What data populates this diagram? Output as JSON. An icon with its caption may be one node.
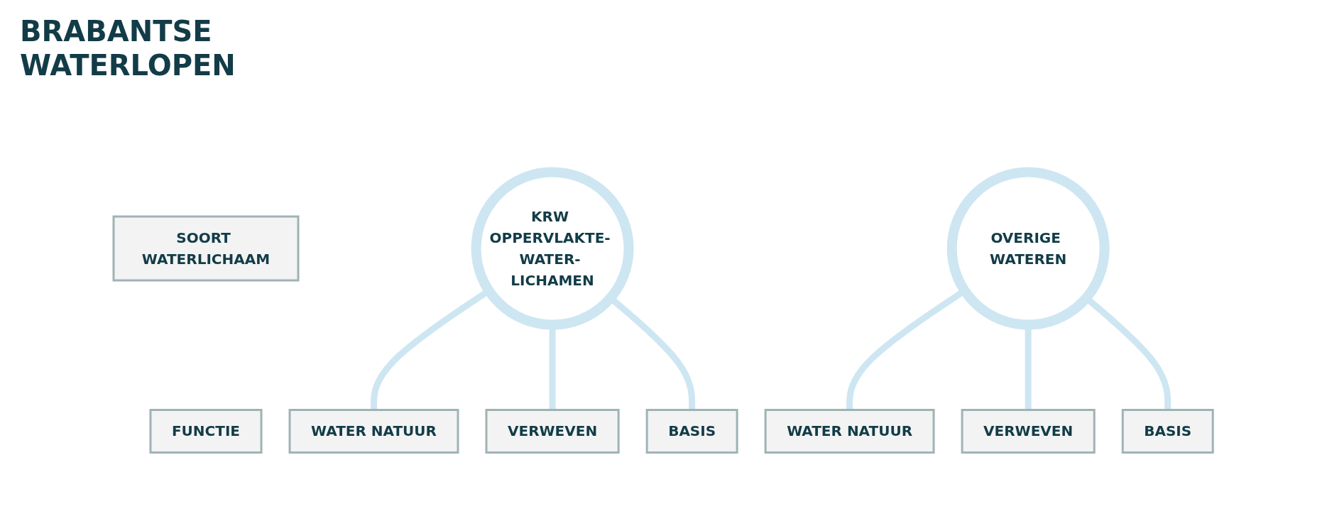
{
  "diagram": {
    "title": "BRABANTSE WATERLOPEN",
    "nodes": [
      {
        "text": [
          "SOORT WATERLICHAAM"
        ]
      },
      {
        "text": [
          "KRW OPPERVLAKTE- WATER- LICHAMEN"
        ]
      },
      {
        "text": [
          "OVERIGE WATEREN"
        ]
      },
      {
        "text": [
          "FUNCTIE"
        ]
      },
      {
        "text": [
          "WATER NATUUR"
        ]
      },
      {
        "text": [
          "VERWEVEN"
        ]
      },
      {
        "text": [
          "BASIS"
        ]
      },
      {
        "text": [
          "WATER NATUUR"
        ]
      },
      {
        "text": [
          "VERWEVEN"
        ]
      },
      {
        "text": [
          "BASIS"
        ]
      }
    ],
    "edges": [
      {
        "from": 1,
        "to": 4,
        "arrow": "none"
      },
      {
        "from": 1,
        "to": 5,
        "arrow": "none"
      },
      {
        "from": 1,
        "to": 6,
        "arrow": "none"
      },
      {
        "from": 2,
        "to": 7,
        "arrow": "none"
      },
      {
        "from": 2,
        "to": 8,
        "arrow": "none"
      },
      {
        "from": 2,
        "to": 9,
        "arrow": "none"
      }
    ]
  }
}
